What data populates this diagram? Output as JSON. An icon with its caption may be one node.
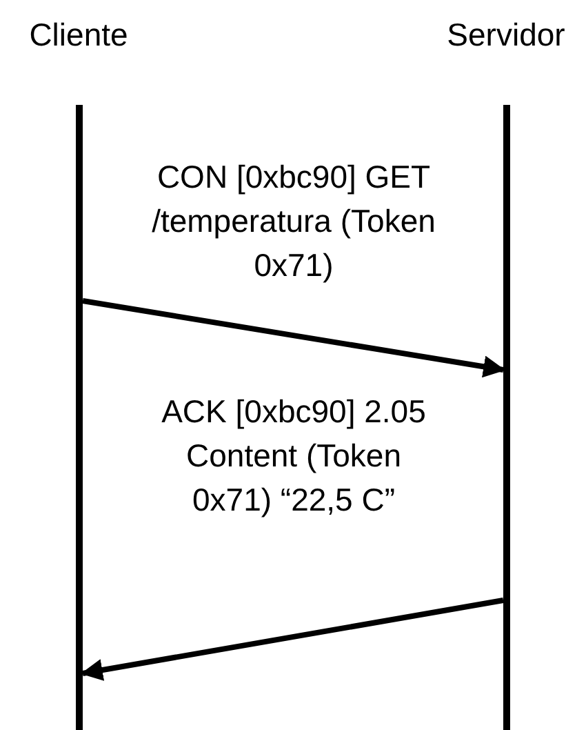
{
  "diagram": {
    "nodes": [
      {
        "text": [
          "Cliente"
        ]
      },
      {
        "text": [
          "Servidor"
        ]
      }
    ],
    "edges": [
      {
        "from": 0,
        "to": 1,
        "arrow": "to",
        "label": "CON [0xbc90] GET /temperatura (Token 0x71)"
      },
      {
        "from": 1,
        "to": 0,
        "arrow": "to",
        "label": "ACK [0xbc90] 2.05 Content (Token 0x71) “22,5 C”"
      }
    ]
  }
}
